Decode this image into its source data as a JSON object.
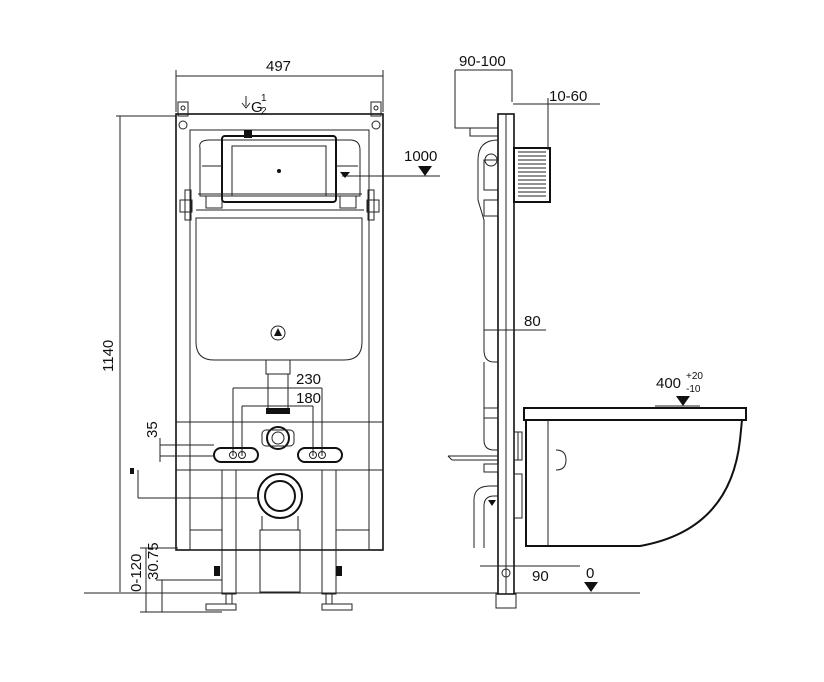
{
  "front_view": {
    "width_label": "497",
    "height_label": "1140",
    "thread_label": "G",
    "thread_fraction_num": "1",
    "thread_fraction_den": "2",
    "inlet_height_label": "1000",
    "spacing_outer_label": "230",
    "spacing_inner_label": "180",
    "offset_label": "35",
    "foot_adjust_label": "0-120",
    "foot_base_label": "30.75"
  },
  "side_view": {
    "depth_label": "90-100",
    "plate_label": "10-60",
    "frame_depth_label": "80",
    "bottom_label": "90",
    "floor_label": "0",
    "bowl_height_label": "400",
    "bowl_tol_plus": "+20",
    "bowl_tol_minus": "-10"
  },
  "colors": {
    "line": "#222222",
    "background": "#ffffff"
  }
}
